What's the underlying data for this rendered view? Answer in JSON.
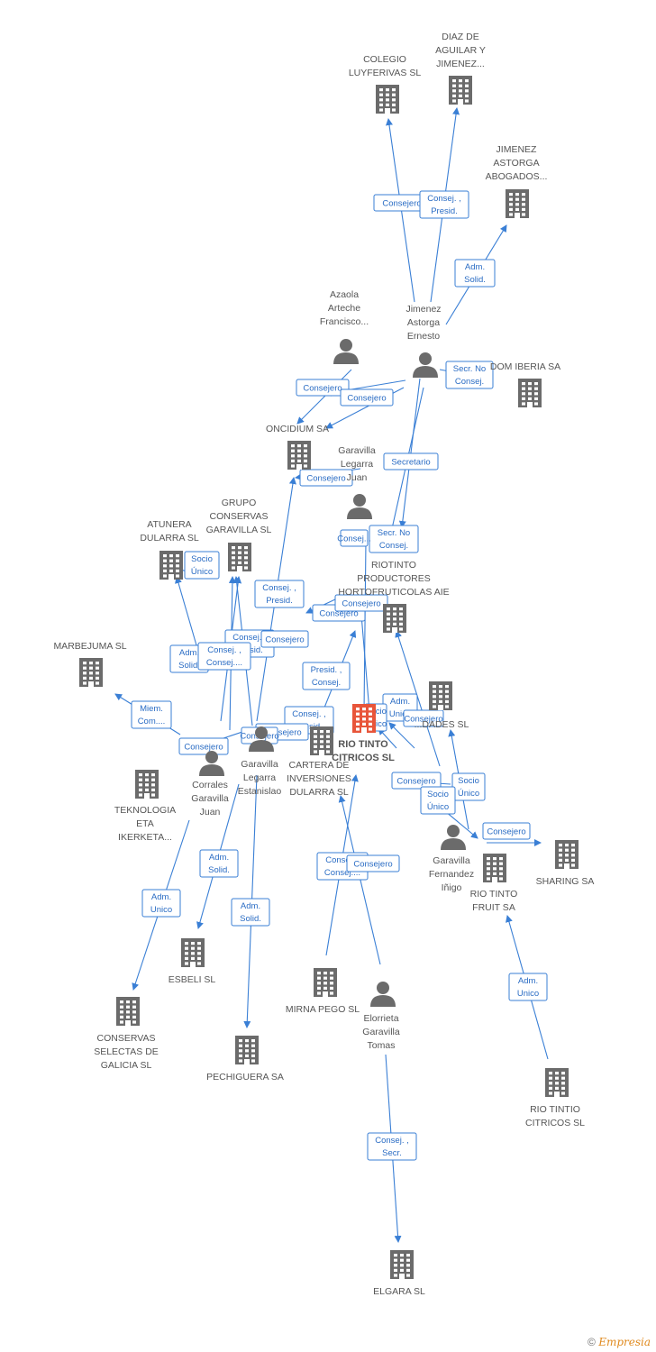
{
  "colors": {
    "edge": "#3a7fd5",
    "icon": "#6b6b6b",
    "center": "#e8553a",
    "text": "#555555"
  },
  "footer": {
    "copyright": "©",
    "brand": "Empresia"
  },
  "nodes": [
    {
      "id": "colegio",
      "type": "company",
      "lines": [
        "COLEGIO",
        "LUYFERIVAS SL"
      ]
    },
    {
      "id": "diaz",
      "type": "company",
      "lines": [
        "DIAZ DE",
        "AGUILAR Y",
        "JIMENEZ..."
      ]
    },
    {
      "id": "jimenez_ab",
      "type": "company",
      "lines": [
        "JIMENEZ",
        "ASTORGA",
        "ABOGADOS..."
      ]
    },
    {
      "id": "azaola",
      "type": "person",
      "lines": [
        "Azaola",
        "Arteche",
        "Francisco..."
      ]
    },
    {
      "id": "jimenez_e",
      "type": "person",
      "lines": [
        "Jimenez",
        "Astorga",
        "Ernesto"
      ]
    },
    {
      "id": "dom_iberia",
      "type": "company",
      "lines": [
        "DOM IBERIA SA"
      ]
    },
    {
      "id": "oncidium",
      "type": "company",
      "lines": [
        "ONCIDIUM SA"
      ]
    },
    {
      "id": "garavilla_juan",
      "type": "person",
      "lines": [
        "Garavilla",
        "Legarra",
        "Juan"
      ]
    },
    {
      "id": "grupo",
      "type": "company",
      "lines": [
        "GRUPO",
        "CONSERVAS",
        "GARAVILLA  SL"
      ]
    },
    {
      "id": "atunera",
      "type": "company",
      "lines": [
        "ATUNERA",
        "DULARRA SL"
      ]
    },
    {
      "id": "riotinto_prod",
      "type": "company",
      "lines": [
        "RIOTINTO",
        "PRODUCTORES",
        "HORTOFRUTICOLAS AIE"
      ]
    },
    {
      "id": "marbejuma",
      "type": "company",
      "lines": [
        "MARBEJUMA SL"
      ]
    },
    {
      "id": "center",
      "type": "center",
      "lines": [
        "RIO TINTO",
        "CITRICOS SL"
      ]
    },
    {
      "id": "sociedades",
      "type": "company",
      "lines": [
        "...DADES SL"
      ]
    },
    {
      "id": "garavilla_est",
      "type": "person",
      "lines": [
        "Garavilla",
        "Legarra",
        "Estanislao"
      ]
    },
    {
      "id": "cartera",
      "type": "company",
      "lines": [
        "CARTERA DE",
        "INVERSIONES",
        "DULARRA SL"
      ]
    },
    {
      "id": "corrales",
      "type": "person",
      "lines": [
        "Corrales",
        "Garavilla",
        "Juan"
      ]
    },
    {
      "id": "teknologia",
      "type": "company",
      "lines": [
        "TEKNOLOGIA",
        "ETA",
        "IKERKETA..."
      ]
    },
    {
      "id": "garavilla_inigo",
      "type": "person",
      "lines": [
        "Garavilla",
        "Fernandez",
        "Iñigo"
      ]
    },
    {
      "id": "rio_fruit",
      "type": "company",
      "lines": [
        "RIO TINTO",
        "FRUIT SA"
      ]
    },
    {
      "id": "sharing",
      "type": "company",
      "lines": [
        "SHARING SA"
      ]
    },
    {
      "id": "esbeli",
      "type": "company",
      "lines": [
        "ESBELI SL"
      ]
    },
    {
      "id": "mirna",
      "type": "company",
      "lines": [
        "MIRNA PEGO  SL"
      ]
    },
    {
      "id": "elorrieta",
      "type": "person",
      "lines": [
        "Elorrieta",
        "Garavilla",
        "Tomas"
      ]
    },
    {
      "id": "conservas_gal",
      "type": "company",
      "lines": [
        "CONSERVAS",
        "SELECTAS DE",
        "GALICIA  SL"
      ]
    },
    {
      "id": "pechiguera",
      "type": "company",
      "lines": [
        "PECHIGUERA SA"
      ]
    },
    {
      "id": "rio_tintio",
      "type": "company",
      "lines": [
        "RIO TINTIO",
        "CITRICOS  SL"
      ]
    },
    {
      "id": "elgara",
      "type": "company",
      "lines": [
        "ELGARA SL"
      ]
    }
  ],
  "edges": [
    {
      "lines": [
        "Consejero"
      ]
    },
    {
      "lines": [
        "Consej. ,",
        "Presid."
      ]
    },
    {
      "lines": [
        "Adm.",
        "Solid."
      ]
    },
    {
      "lines": [
        "Secr.  No",
        "Consej."
      ]
    },
    {
      "lines": [
        "Consejero"
      ]
    },
    {
      "lines": [
        "Consejero"
      ]
    },
    {
      "lines": [
        "Consejero"
      ]
    },
    {
      "lines": [
        "Secretario"
      ]
    },
    {
      "lines": [
        "Consejero"
      ]
    },
    {
      "lines": [
        "Secr.  No",
        "Consej."
      ]
    },
    {
      "lines": [
        "Consej..."
      ]
    },
    {
      "lines": [
        "Socio",
        "Único"
      ]
    },
    {
      "lines": [
        "Consej. ,",
        "Presid."
      ]
    },
    {
      "lines": [
        "Consejero"
      ]
    },
    {
      "lines": [
        "Consejero"
      ]
    },
    {
      "lines": [
        "Adm.",
        "Solid."
      ]
    },
    {
      "lines": [
        "Consej. ,",
        "Presid."
      ]
    },
    {
      "lines": [
        "Consejero"
      ]
    },
    {
      "lines": [
        "Consej. ,",
        "Consej...."
      ]
    },
    {
      "lines": [
        "Presid. ,",
        "Consej."
      ]
    },
    {
      "lines": [
        "Consej. ,",
        "Presid."
      ]
    },
    {
      "lines": [
        "Adm.",
        "Unico"
      ]
    },
    {
      "lines": [
        "Socio",
        "Único"
      ]
    },
    {
      "lines": [
        "Consejero"
      ]
    },
    {
      "lines": [
        "Miem.",
        "Com...."
      ]
    },
    {
      "lines": [
        "Consejero"
      ]
    },
    {
      "lines": [
        "Consejero"
      ]
    },
    {
      "lines": [
        "Consejero"
      ]
    },
    {
      "lines": [
        "Consejero"
      ]
    },
    {
      "lines": [
        "Socio",
        "Único"
      ]
    },
    {
      "lines": [
        "Socio",
        "Único"
      ]
    },
    {
      "lines": [
        "Consejero"
      ]
    },
    {
      "lines": [
        "Adm.",
        "Solid."
      ]
    },
    {
      "lines": [
        "Adm.",
        "Unico"
      ]
    },
    {
      "lines": [
        "Adm.",
        "Solid."
      ]
    },
    {
      "lines": [
        "Consej. ,",
        "Consej...."
      ]
    },
    {
      "lines": [
        "Consejero"
      ]
    },
    {
      "lines": [
        "Adm.",
        "Unico"
      ]
    },
    {
      "lines": [
        "Consej. ,",
        "Secr."
      ]
    }
  ]
}
